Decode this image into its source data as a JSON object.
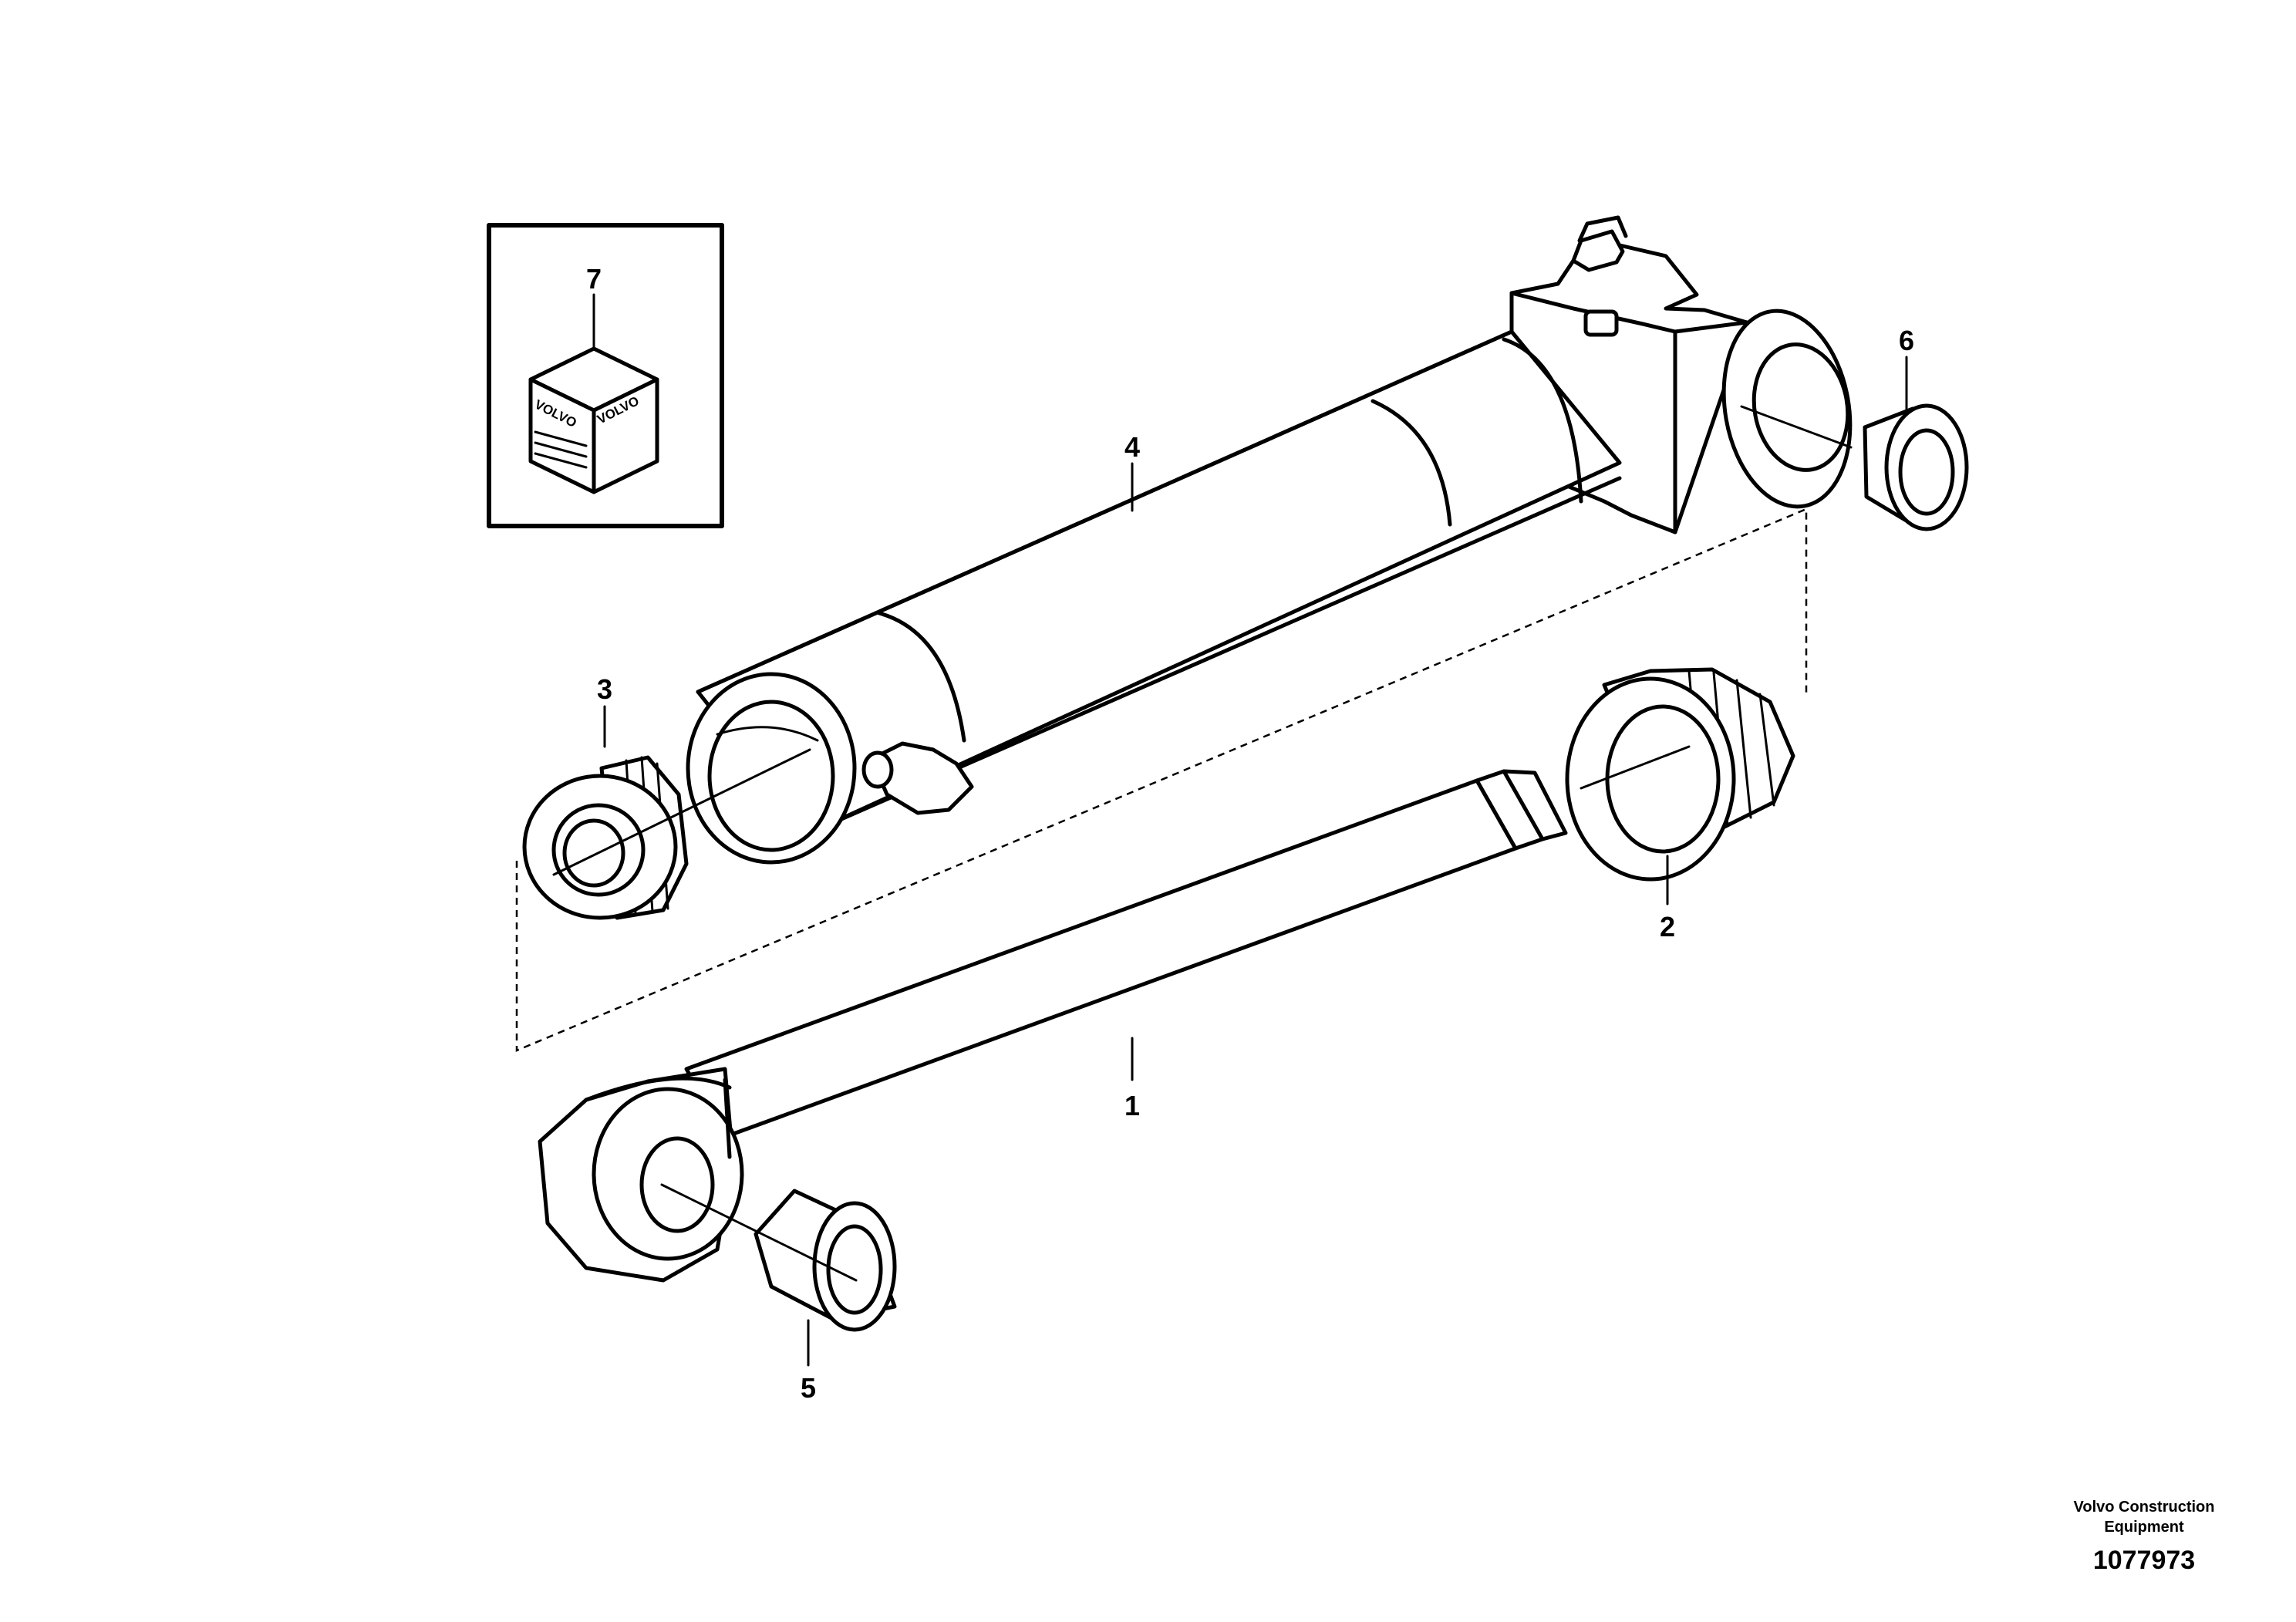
{
  "parts": {
    "p1": "1",
    "p2": "2",
    "p3": "3",
    "p4": "4",
    "p5": "5",
    "p6": "6",
    "p7": "7"
  },
  "kit_box": {
    "brand_left": "VOLVO",
    "brand_right": "VOLVO"
  },
  "footer": {
    "company_line1": "Volvo Construction",
    "company_line2": "Equipment",
    "drawing_number": "1077973"
  }
}
